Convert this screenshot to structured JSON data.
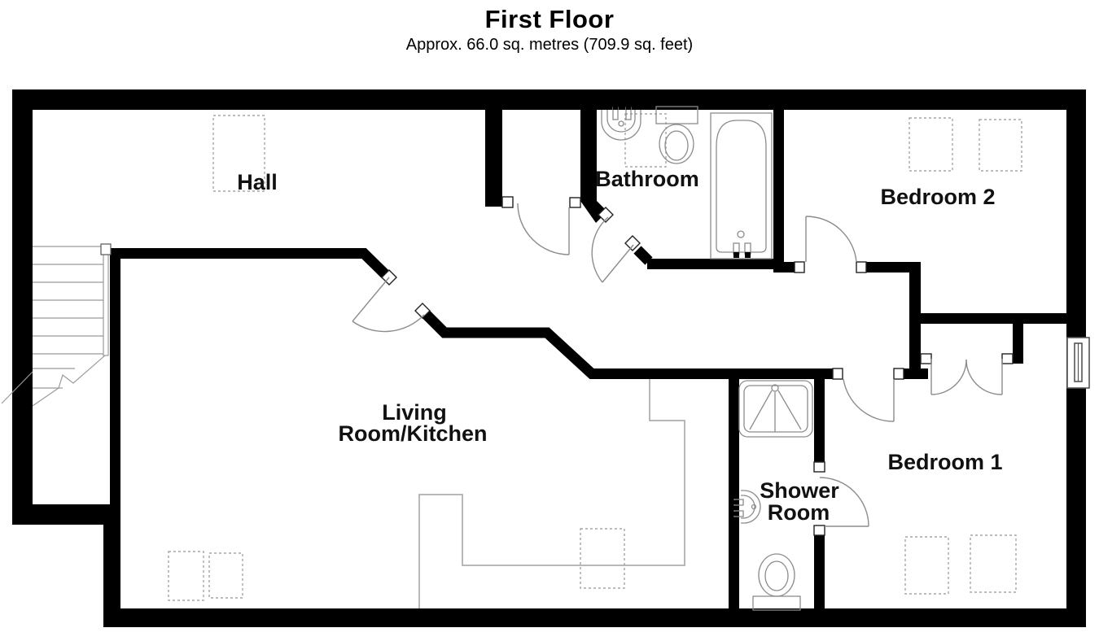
{
  "header": {
    "title": "First Floor",
    "subtitle": "Approx. 66.0 sq. metres (709.9 sq. feet)"
  },
  "rooms": {
    "hall": {
      "label": "Hall"
    },
    "bathroom": {
      "label": "Bathroom"
    },
    "bedroom2": {
      "label": "Bedroom 2"
    },
    "living": {
      "label_line1": "Living",
      "label_line2": "Room/Kitchen"
    },
    "shower": {
      "label_line1": "Shower",
      "label_line2": "Room"
    },
    "bedroom1": {
      "label": "Bedroom 1"
    }
  },
  "fixtures": {
    "stairs": "staircase with break line",
    "bathroom": [
      "washbasin",
      "toilet",
      "bathtub"
    ],
    "shower_room": [
      "shower-tray",
      "washbasin",
      "toilet"
    ],
    "bedroom1": "double-door wardrobe",
    "window": "window on right wall",
    "kitchen": "counter outline",
    "furniture": "dashed furniture placeholders"
  },
  "colors": {
    "wall": "#000000",
    "door_line": "#8c8c8c",
    "fixture_line": "#8c8c8c",
    "furniture_dash": "#a6a6a6",
    "text": "#111111",
    "background": "#ffffff"
  }
}
